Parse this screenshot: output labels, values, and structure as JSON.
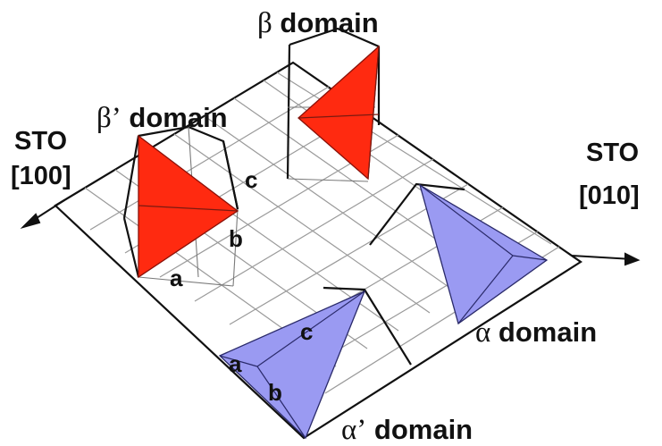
{
  "colors": {
    "red_tetra": "#ff2a10",
    "blue_tetra": "#9a9af2",
    "grid": "#9a9a9a",
    "outline": "#111111"
  },
  "axes": {
    "sto_100": {
      "line1": "STO",
      "line2": "[100]"
    },
    "sto_010": {
      "line1": "STO",
      "line2": "[010]"
    }
  },
  "domains": {
    "beta": {
      "greek": "β",
      "label": " domain"
    },
    "beta_prime": {
      "greek": "β’",
      "label": " domain"
    },
    "alpha": {
      "greek": "α",
      "label": " domain"
    },
    "alpha_prime": {
      "greek": "α’",
      "label": " domain"
    }
  },
  "edges": {
    "beta_prime": {
      "a": "a",
      "b": "b",
      "c": "c"
    },
    "alpha_prime": {
      "a": "a",
      "b": "b",
      "c": "c"
    }
  }
}
